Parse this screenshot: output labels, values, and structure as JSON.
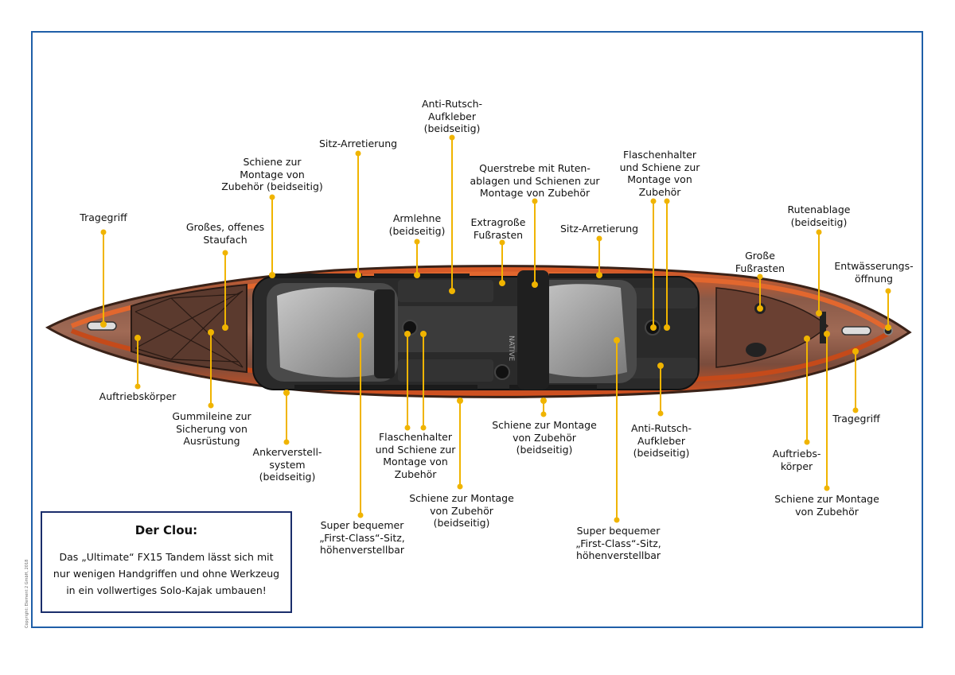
{
  "labels": {
    "tragegriff_left": "Tragegriff",
    "staufach": "Großes, offenes\nStaufach",
    "schiene_top_left": "Schiene zur\nMontage von\nZubehör (beidseitig)",
    "sitz_arretierung_1": "Sitz-Arretierung",
    "anti_rutsch_top": "Anti-Rutsch-\nAufkleber\n(beidseitig)",
    "armlehne": "Armlehne\n(beidseitig)",
    "querstrebe": "Querstrebe mit Ruten-\nablagen und Schienen zur\nMontage von Zubehör",
    "extragrosse_fussrasten": "Extragroße\nFußrasten",
    "sitz_arretierung_2": "Sitz-Arretierung",
    "flaschenhalter_top": "Flaschenhalter\nund Schiene zur\nMontage von\nZubehör",
    "rutenablage": "Rutenablage\n(beidseitig)",
    "grosse_fussrasten": "Große\nFußrasten",
    "entwaesserung": "Entwässerungs-\nöffnung",
    "auftriebskoerper_left": "Auftriebskörper",
    "gummileine": "Gummileine zur\nSicherung von\nAusrüstung",
    "ankerverstell": "Ankerverstell-\nsystem\n(beidseitig)",
    "flaschenhalter_bottom": "Flaschenhalter\nund Schiene zur\nMontage von\nZubehör",
    "schiene_bottom_mid": "Schiene zur Montage\nvon Zubehör\n(beidseitig)",
    "schiene_bottom_center": "Schiene zur Montage\nvon Zubehör\n(beidseitig)",
    "anti_rutsch_bottom": "Anti-Rutsch-\nAufkleber\n(beidseitig)",
    "tragegriff_right": "Tragegriff",
    "auftriebskoerper_right": "Auftriebs-\nkörper",
    "schiene_bottom_right": "Schiene zur Montage\nvon Zubehör",
    "sitz_1": "Super bequemer\n„First-Class“-Sitz,\nhöhenverstellbar",
    "sitz_2": "Super bequemer\n„First-Class“-Sitz,\nhöhenverstellbar"
  },
  "clou": {
    "title": "Der Clou:",
    "text": "Das „Ultimate“ FX15 Tandem lässt sich mit\nnur wenigen Handgriffen und ohne Werkzeug\nin ein vollwertiges Solo-Kajak umbauen!"
  },
  "copyright": "Copyright: Element 2 GmbH, 2018",
  "colors": {
    "leader": "#f0b400",
    "frame": "#1f5fa8",
    "box": "#1a2d6b",
    "hull": "#c9481b"
  }
}
